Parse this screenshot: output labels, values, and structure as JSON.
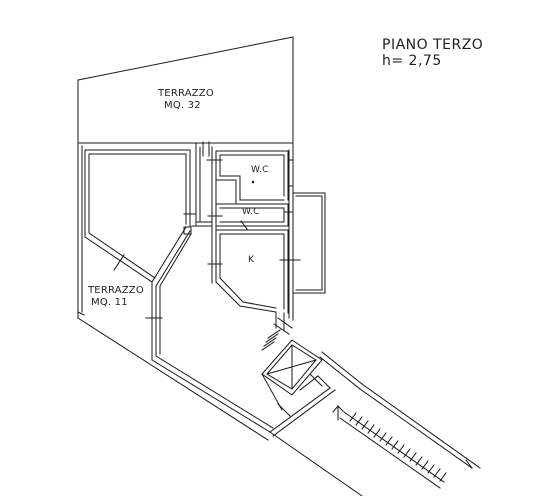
{
  "header": {
    "floor_title": "PIANO TERZO",
    "height_label": "h= 2,75"
  },
  "rooms": {
    "terrace_top_name": "TERRAZZO",
    "terrace_top_area": "MQ. 32",
    "terrace_left_name": "TERRAZZO",
    "terrace_left_area": "MQ. 11",
    "wc_upper": "W.C",
    "wc_lower": "W.C",
    "kitchen": "K"
  },
  "colors": {
    "line": "#1a1a1a",
    "background": "#ffffff",
    "text": "#222222"
  }
}
